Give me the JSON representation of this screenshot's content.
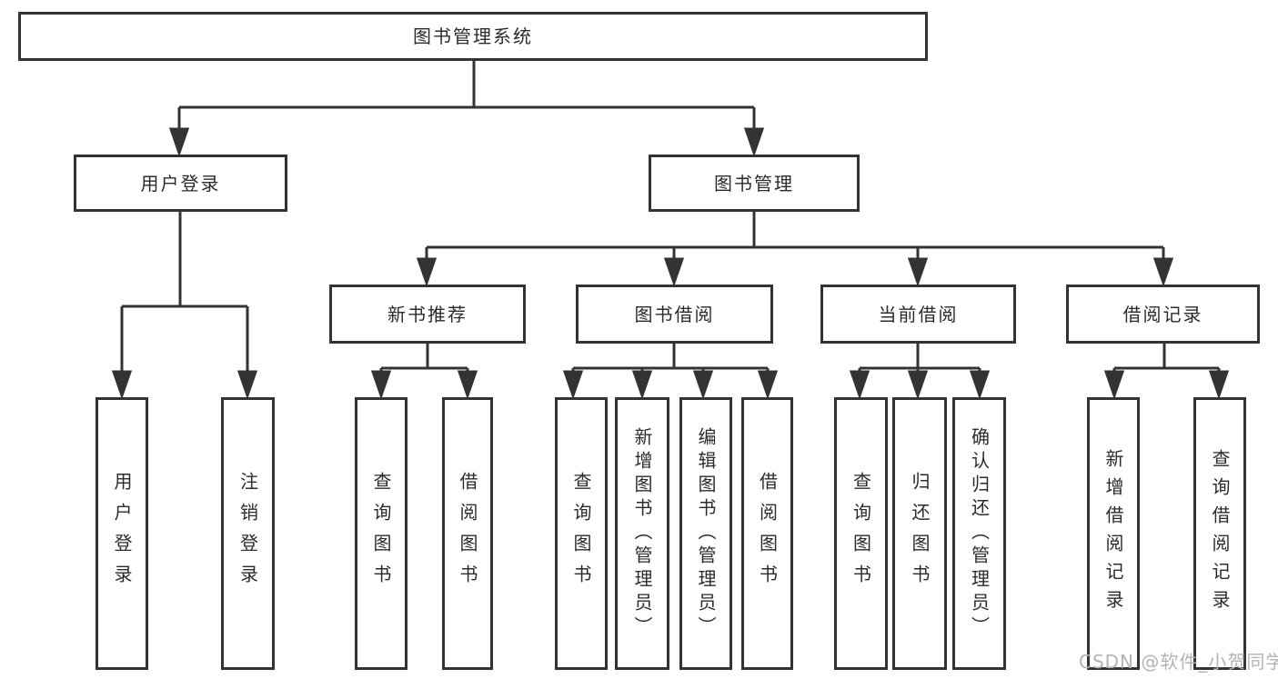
{
  "watermark": {
    "text": "CSDN @软件_小贺同学"
  },
  "colors": {
    "line": "#333333",
    "text": "#2b2b2b",
    "background": "#ffffff",
    "watermark": "#b3b3b3"
  },
  "tree": {
    "label": "图书管理系统",
    "children": [
      {
        "label": "用户登录",
        "children": [
          {
            "label": "用户登录"
          },
          {
            "label": "注销登录"
          }
        ]
      },
      {
        "label": "图书管理",
        "children": [
          {
            "label": "新书推荐",
            "children": [
              {
                "label": "查询图书"
              },
              {
                "label": "借阅图书"
              }
            ]
          },
          {
            "label": "图书借阅",
            "children": [
              {
                "label": "查询图书"
              },
              {
                "label": "新增图书（管理员）"
              },
              {
                "label": "编辑图书（管理员）"
              },
              {
                "label": "借阅图书"
              }
            ]
          },
          {
            "label": "当前借阅",
            "children": [
              {
                "label": "查询图书"
              },
              {
                "label": "归还图书"
              },
              {
                "label": "确认归还（管理员）"
              }
            ]
          },
          {
            "label": "借阅记录",
            "children": [
              {
                "label": "新增借阅记录"
              },
              {
                "label": "查询借阅记录"
              }
            ]
          }
        ]
      }
    ]
  }
}
